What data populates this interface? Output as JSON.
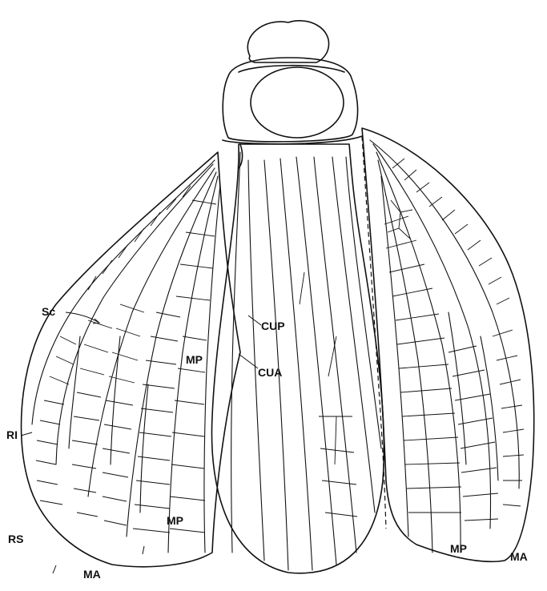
{
  "figure": {
    "labels": {
      "sc": "Sc",
      "cup": "CUP",
      "cua": "CUA",
      "mp_center": "MP",
      "ri": "RI",
      "rs": "RS",
      "mp_left_lower": "MP",
      "ma_left": "MA",
      "mp_right": "MP",
      "ma_right": "MA"
    }
  }
}
